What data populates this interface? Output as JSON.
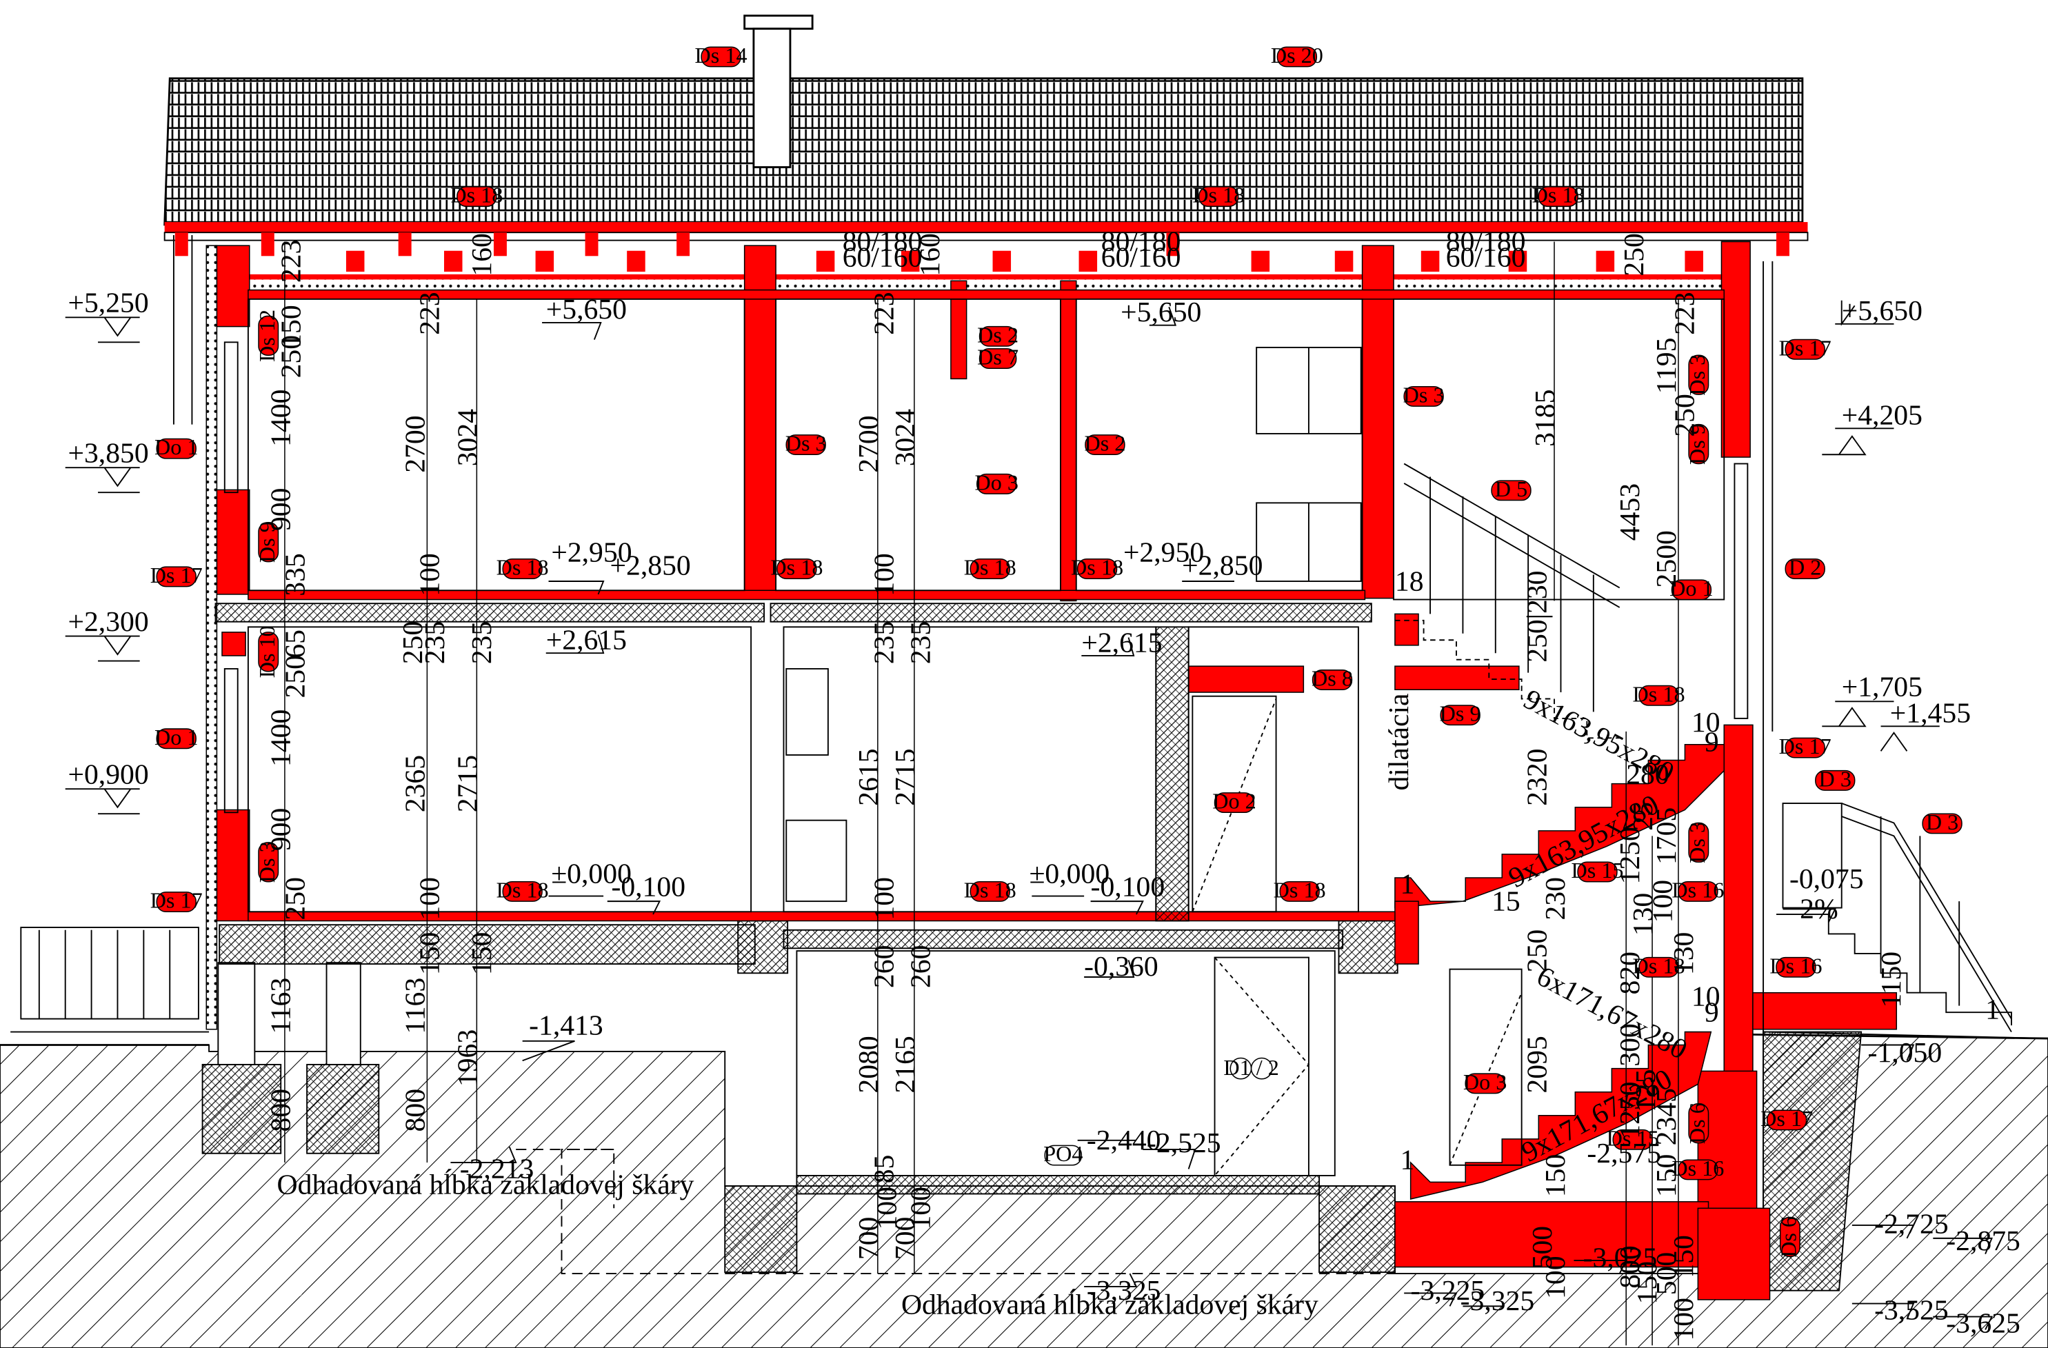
{
  "colors": {
    "cut": "#ff0000",
    "line": "#000000",
    "background": "#ffffff"
  },
  "tags": {
    "ds14": "Ds 14",
    "ds20": "Ds 20",
    "ds18": "Ds 18",
    "ds12": "Ds 12",
    "ds9": "Ds 9",
    "ds17": "Ds 17",
    "ds3": "Ds 3",
    "ds2": "Ds 2",
    "ds7": "Ds 7",
    "do3": "Do 3",
    "do1": "Do 1",
    "do2": "Do 2",
    "d5": "D 5",
    "d2": "D 2",
    "d3": "D 3",
    "ds8": "Ds 8",
    "ds10": "Ds 10",
    "ds15": "Ds 15",
    "ds6": "Ds 6",
    "ds16": "Ds 16",
    "po4": "PO4",
    "dv": "D1 / 2"
  },
  "levels": {
    "l5250": "+5,250",
    "l5650": "+5,650",
    "l3850": "+3,850",
    "l4205": "+4,205",
    "l2950": "+2,950",
    "l2850": "+2,850",
    "l2300": "+2,300",
    "l2615": "+2,615",
    "l1705": "+1,705",
    "l1455": "+1,455",
    "l0900": "+0,900",
    "l0000": "±0,000",
    "m0100": "-0,100",
    "m0075": "-0,075",
    "m0360": "-0,360",
    "m1050": "-1,050",
    "m1413": "-1,413",
    "m2213": "-2,213",
    "m2440": "-2,440",
    "m2525": "-2,525",
    "m2575": "-2,575",
    "m2725": "-2,725",
    "m2875": "-2,875",
    "m3025": "-3,025",
    "m3225": "-3,225",
    "m3325": "-3,325",
    "m3525": "-3,525",
    "m3625": "-3,625"
  },
  "dims": {
    "d223": "223",
    "d160": "160",
    "d250": "250",
    "d150": "150",
    "d1400": "1400",
    "d900": "900",
    "d335": "335",
    "d65": "65",
    "d2700": "2700",
    "d3024": "3024",
    "d100": "100",
    "d235": "235",
    "d2365": "2365",
    "d2715": "2715",
    "d2615": "2615",
    "d1163": "1163",
    "d1963": "1963",
    "d800": "800",
    "d260": "260",
    "d2080": "2080",
    "d2165": "2165",
    "d85": "85",
    "d700": "700",
    "d3185": "3185",
    "d1195": "1195",
    "d4453": "4453",
    "d2500": "2500",
    "d230": "230",
    "d2320": "2320",
    "d1250": "1250",
    "d1705": "1705",
    "d25": "25",
    "d130": "130",
    "d820": "820",
    "d300": "300",
    "d2095": "2095",
    "d125": "125",
    "d2345": "2345",
    "d500": "500",
    "d1150": "1150",
    "d10": "10",
    "d9": "9",
    "d1": "1",
    "d15": "15",
    "d18": "18",
    "d280": "280",
    "d250_230": "250|230",
    "rafter": "80/180",
    "rafter2": "60/160",
    "slope": "2%",
    "stair1": "9x163,95x280",
    "stair2": "9x163,95x280",
    "stair3": "6x171,67x280",
    "stair4": "9x171,67x280"
  },
  "notes": {
    "foundation": "Odhadovaná hĺbka základovej škáry",
    "foundation2": "Odhadovaná hĺbka základovej škáry",
    "dilatacia": "dilatácia"
  }
}
